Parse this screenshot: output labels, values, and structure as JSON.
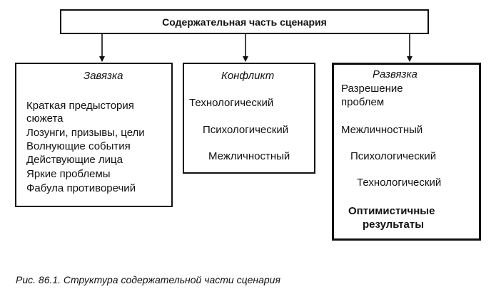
{
  "title": "Содержательная часть сценария",
  "caption": "Рис. 86.1. Структура содержательной части сценария",
  "colors": {
    "line": "#111111",
    "background": "#ffffff"
  },
  "columns": [
    {
      "heading": "Завязка",
      "items": [
        "Краткая предыстория",
        "сюжета",
        "Лозунги, призывы, цели",
        "Волнующие события",
        "Действующие лица",
        "Яркие проблемы",
        "Фабула противоречий"
      ]
    },
    {
      "heading": "Конфликт",
      "steps": [
        "Технологический",
        "Психологический",
        "Межличностный"
      ]
    },
    {
      "heading": "Развязка",
      "intro": [
        "Разрешение",
        "проблем"
      ],
      "steps": [
        "Межличностный",
        "Психологический",
        "Технологический"
      ],
      "result": [
        "Оптимистичные",
        "результаты"
      ]
    }
  ]
}
